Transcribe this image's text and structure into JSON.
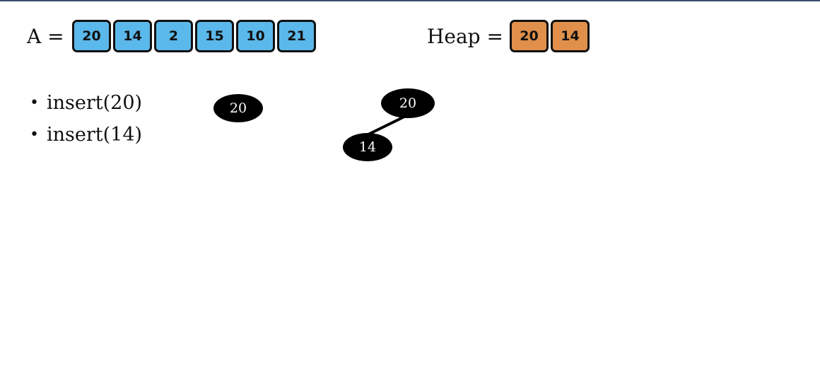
{
  "array": {
    "label": "A =",
    "values": [
      "20",
      "14",
      "2",
      "15",
      "10",
      "21"
    ],
    "color": "#5bb8ea"
  },
  "heap": {
    "label": "Heap =",
    "values": [
      "20",
      "14"
    ],
    "color": "#e0904a"
  },
  "steps": [
    "insert(20)",
    "insert(14)"
  ],
  "trees": [
    {
      "nodes": [
        "20"
      ]
    },
    {
      "nodes": [
        "20",
        "14"
      ],
      "edges": [
        [
          "20",
          "14"
        ]
      ]
    }
  ],
  "colors": {
    "node_fill": "#000000",
    "node_text": "#ffffff",
    "top_rule": "#3a4f6a"
  }
}
